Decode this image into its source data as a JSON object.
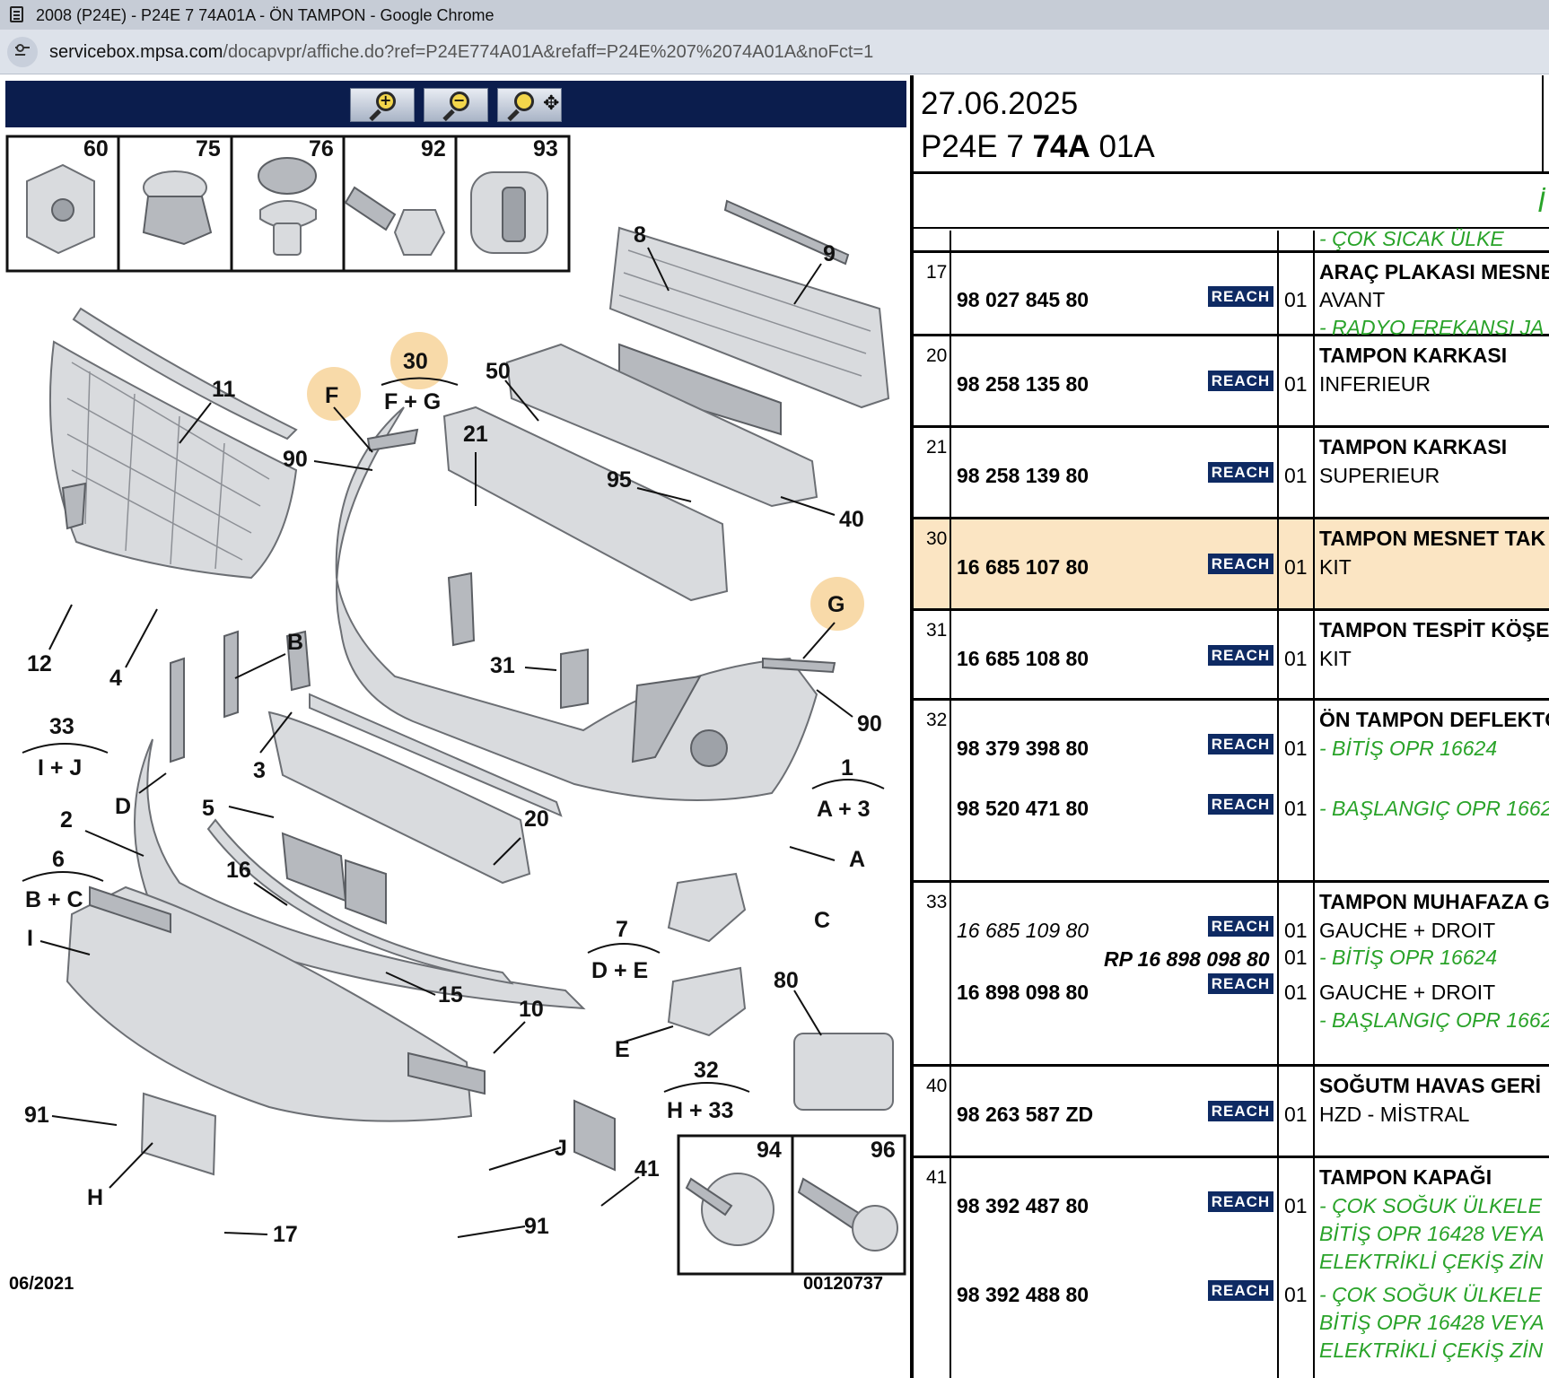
{
  "window": {
    "title": "2008 (P24E) - P24E 7 74A01A - ÖN TAMPON - Google Chrome",
    "url_host": "servicebox.mpsa.com",
    "url_path": "/docapvpr/affiche.do?ref=P24E774A01A&refaff=P24E%207%2074A01A&noFct=1"
  },
  "toolbar": {
    "zoom_in": "zoom-in-icon",
    "zoom_out": "zoom-out-icon",
    "pan": "pan-zoom-icon"
  },
  "diagram": {
    "inset_top": [
      "60",
      "75",
      "76",
      "92",
      "93"
    ],
    "inset_bottom": [
      "94",
      "96"
    ],
    "callouts": {
      "c8": "8",
      "c9": "9",
      "c11": "11",
      "c30": "30",
      "fg": "F + G",
      "cF": "F",
      "c50": "50",
      "c90a": "90",
      "c21": "21",
      "c95": "95",
      "c40": "40",
      "c12": "12",
      "c4": "4",
      "cB": "B",
      "c31": "31",
      "cG": "G",
      "c90b": "90",
      "c33": "33",
      "ij": "I + J",
      "c3": "3",
      "c1": "1",
      "a3": "A + 3",
      "cD": "D",
      "c5": "5",
      "c2": "2",
      "c20": "20",
      "cA": "A",
      "c6": "6",
      "bc": "B + C",
      "c16": "16",
      "cC": "C",
      "cI": "I",
      "c7": "7",
      "de": "D + E",
      "c15": "15",
      "c80": "80",
      "c10": "10",
      "cE": "E",
      "c32": "32",
      "h33": "H + 33",
      "c91a": "91",
      "cJ": "J",
      "c41": "41",
      "cH": "H",
      "c91b": "91",
      "c17": "17"
    },
    "date_code": "06/2021",
    "image_code": "00120737"
  },
  "header": {
    "date": "27.06.2025",
    "ref_a": "P24E 7 ",
    "ref_b": "74A",
    "ref_c": " 01A",
    "sub": "İ"
  },
  "parts": {
    "top_note": "- ÇOK SICAK ÜLKE",
    "reach_label": "REACH",
    "r17": {
      "num": "17",
      "pn": "98 027 845 80",
      "qty": "01",
      "name": "ARAÇ PLAKASI MESNE",
      "d1": "AVANT",
      "d2": "- RADYO FREKANSI JA"
    },
    "r20": {
      "num": "20",
      "pn": "98 258 135 80",
      "qty": "01",
      "name": "TAMPON KARKASI",
      "d1": "INFERIEUR"
    },
    "r21": {
      "num": "21",
      "pn": "98 258 139 80",
      "qty": "01",
      "name": "TAMPON KARKASI",
      "d1": "SUPERIEUR"
    },
    "r30": {
      "num": "30",
      "pn": "16 685 107 80",
      "qty": "01",
      "name": "TAMPON MESNET TAK",
      "d1": "KIT"
    },
    "r31": {
      "num": "31",
      "pn": "16 685 108 80",
      "qty": "01",
      "name": "TAMPON TESPİT KÖŞE",
      "d1": "KIT"
    },
    "r32": {
      "num": "32",
      "pn1": "98 379 398 80",
      "qty1": "01",
      "name": "ÖN TAMPON DEFLEKTÖ",
      "d1": "- BİTİŞ OPR 16624",
      "pn2": "98 520 471 80",
      "qty2": "01",
      "d2": "- BAŞLANGIÇ OPR 1662"
    },
    "r33": {
      "num": "33",
      "pn1": "16 685 109 80",
      "qty1": "01",
      "name": "TAMPON MUHAFAZA G",
      "d1": "GAUCHE + DROIT",
      "rp": "RP 16 898 098 80",
      "qty_rp": "01",
      "d2": "- BİTİŞ OPR 16624",
      "pn2": "16 898 098 80",
      "qty2": "01",
      "d3": "GAUCHE + DROIT",
      "d4": "- BAŞLANGIÇ OPR 1662"
    },
    "r40": {
      "num": "40",
      "pn": "98 263 587 ZD",
      "qty": "01",
      "name": "SOĞUTM HAVAS GERİ",
      "d1": "HZD - MİSTRAL"
    },
    "r41": {
      "num": "41",
      "pn1": "98 392 487 80",
      "qty1": "01",
      "name": "TAMPON KAPAĞI",
      "d1": "- ÇOK SOĞUK ÜLKELE",
      "d2": "BİTİŞ OPR 16428 VEYA",
      "d3": "ELEKTRİKLİ ÇEKİŞ ZİN",
      "pn2": "98 392 488 80",
      "qty2": "01",
      "d4": "- ÇOK SOĞUK ÜLKELE",
      "d5": "BİTİŞ OPR 16428 VEYA",
      "d6": "ELEKTRİKLİ ÇEKİŞ ZİN"
    }
  }
}
